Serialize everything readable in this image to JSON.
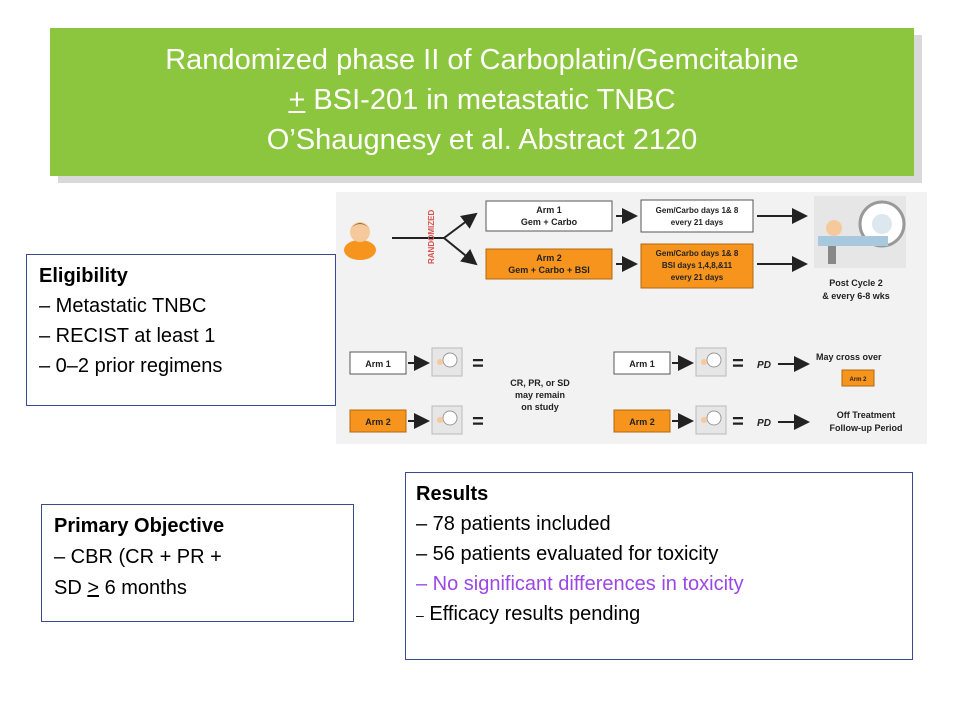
{
  "title": {
    "line1": "Randomized phase II of Carboplatin/Gemcitabine",
    "line2_pm": "+",
    "line2_rest": " BSI-201 in metastatic TNBC",
    "line3": "O’Shaugnesy et al. Abstract 2120"
  },
  "eligibility": {
    "heading": "Eligibility",
    "items": [
      "– Metastatic TNBC",
      "– RECIST at least 1",
      "– 0–2 prior regimens"
    ]
  },
  "primary_objective": {
    "heading": "Primary Objective",
    "line1": "– CBR (CR + PR +",
    "line2_pre": "SD ",
    "line2_ge": ">",
    "line2_post": " 6 months"
  },
  "results": {
    "heading": "Results",
    "item1": "– 78 patients included",
    "item2": "– 56 patients evaluated for toxicity",
    "item3": "– No significant differences in toxicity",
    "item4_dash": "–",
    "item4_text": " Efficacy results pending"
  },
  "diagram": {
    "randomized": "RANDOMIZED",
    "arm1_title": "Arm 1",
    "arm1_sub": "Gem + Carbo",
    "arm2_title": "Arm 2",
    "arm2_sub": "Gem + Carbo + BSI",
    "sched1_l1": "Gem/Carbo days 1& 8",
    "sched1_l2": "every 21 days",
    "sched2_l1": "Gem/Carbo days 1& 8",
    "sched2_l2": "BSI days 1,4,8,&11",
    "sched2_l3": "every 21 days",
    "post_l1": "Post Cycle 2",
    "post_l2": "& every 6-8 wks",
    "arm1": "Arm 1",
    "arm2": "Arm 2",
    "eq": "=",
    "outcome_l1": "CR, PR, or SD",
    "outcome_l2": "may remain",
    "outcome_l3": "on study",
    "pd": "PD",
    "cross_over": "May cross over",
    "arm2_small": "Arm 2",
    "off_l1": "Off Treatment",
    "off_l2": "Follow-up Period"
  },
  "colors": {
    "title_bg": "#8cc63f",
    "box_border": "#3b4a8f",
    "highlight_text": "#9b47e6",
    "arm2_fill": "#f7941d",
    "randomized_text": "#d9534f"
  }
}
